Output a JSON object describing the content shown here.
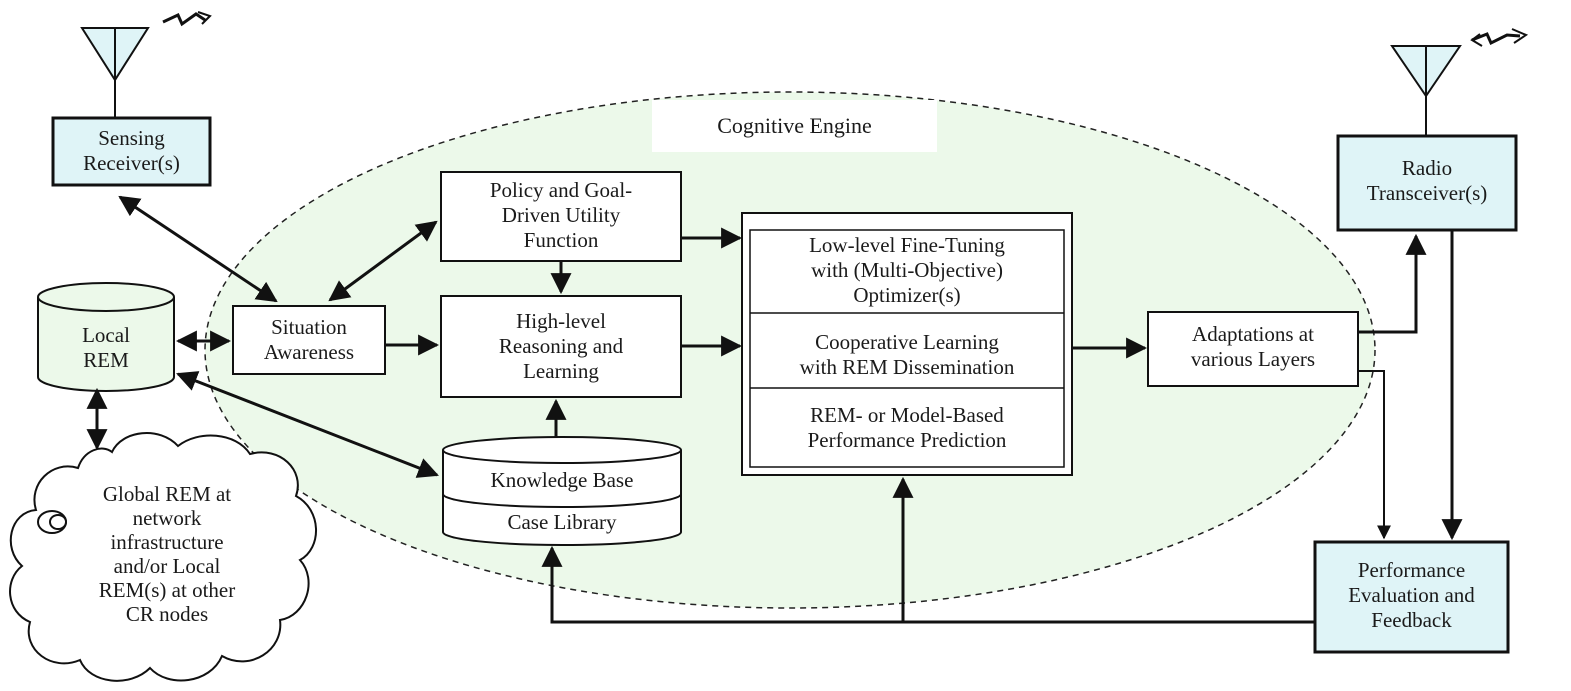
{
  "engine": {
    "title": "Cognitive Engine"
  },
  "sensing_receiver": {
    "line1": "Sensing",
    "line2": "Receiver(s)"
  },
  "radio_transceiver": {
    "line1": "Radio",
    "line2": "Transceiver(s)"
  },
  "local_rem": {
    "line1": "Local",
    "line2": "REM"
  },
  "global_rem": {
    "lines": [
      "Global REM at",
      "network",
      "infrastructure",
      "and/or Local",
      "REM(s) at other",
      "CR nodes"
    ]
  },
  "situation_awareness": {
    "line1": "Situation",
    "line2": "Awareness"
  },
  "policy": {
    "line1": "Policy and Goal-",
    "line2": "Driven Utility",
    "line3": "Function"
  },
  "reasoning": {
    "line1": "High-level",
    "line2": "Reasoning and",
    "line3": "Learning"
  },
  "knowledge_base": {
    "top": "Knowledge Base",
    "bottom": "Case Library"
  },
  "optimizer_stack": {
    "fine_tuning": {
      "line1": "Low-level Fine-Tuning",
      "line2": "with (Multi-Objective)",
      "line3": "Optimizer(s)"
    },
    "cooperative": {
      "line1": "Cooperative Learning",
      "line2": "with REM Dissemination"
    },
    "prediction": {
      "line1": "REM- or Model-Based",
      "line2": "Performance Prediction"
    }
  },
  "adaptations": {
    "line1": "Adaptations at",
    "line2": "various Layers"
  },
  "performance": {
    "line1": "Performance",
    "line2": "Evaluation and",
    "line3": "Feedback"
  },
  "colors": {
    "light_blue": "#dff4f7",
    "light_green": "#ecf9ea",
    "stroke": "#111111"
  }
}
